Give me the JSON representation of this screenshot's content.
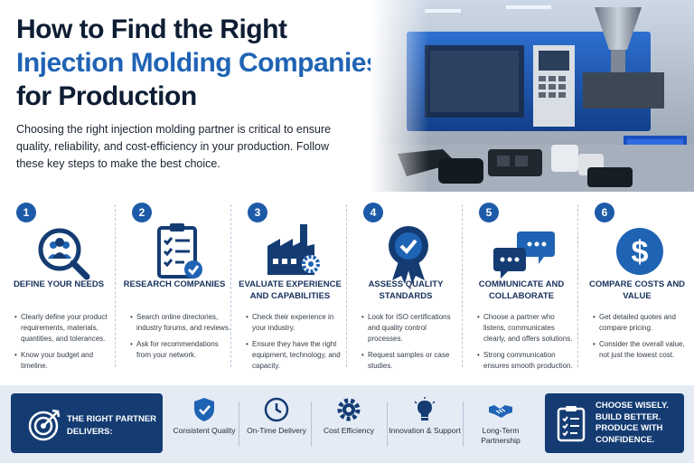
{
  "hero": {
    "title_line1": "How to Find the Right",
    "title_line2": "Injection Molding Companies",
    "title_line3": "for Production",
    "intro": "Choosing the right injection molding partner is critical to ensure quality, reliability, and cost-efficiency in your production. Follow these key steps to make the best choice."
  },
  "steps": [
    {
      "number": "1",
      "title": "DEFINE YOUR NEEDS",
      "icon": "magnifier-team-icon",
      "bullets": [
        "Clearly define your product requirements, materials, quantities, and tolerances.",
        "Know your budget and timeline."
      ]
    },
    {
      "number": "2",
      "title": "RESEARCH COMPANIES",
      "icon": "checklist-icon",
      "bullets": [
        "Search online directories, industry forums, and reviews.",
        "Ask for recommendations from your network."
      ]
    },
    {
      "number": "3",
      "title": "EVALUATE EXPERIENCE AND CAPABILITIES",
      "icon": "factory-gear-icon",
      "bullets": [
        "Check their experience in your industry.",
        "Ensure they have the right equipment, technology, and capacity."
      ]
    },
    {
      "number": "4",
      "title": "ASSESS QUALITY STANDARDS",
      "icon": "quality-badge-icon",
      "bullets": [
        "Look for ISO certifications and quality control processes.",
        "Request samples or case studies."
      ]
    },
    {
      "number": "5",
      "title": "COMMUNICATE AND COLLABORATE",
      "icon": "chat-bubbles-icon",
      "bullets": [
        "Choose a partner who listens, communicates clearly, and offers solutions.",
        "Strong communication ensures smooth production."
      ]
    },
    {
      "number": "6",
      "title": "COMPARE COSTS AND VALUE",
      "icon": "dollar-coin-icon",
      "bullets": [
        "Get detailed quotes and compare pricing.",
        "Consider the overall value, not just the lowest cost."
      ]
    }
  ],
  "footer": {
    "partner_label": "THE RIGHT PARTNER DELIVERS:",
    "benefits": [
      {
        "label": "Consistent Quality",
        "icon": "shield-check-icon"
      },
      {
        "label": "On-Time Delivery",
        "icon": "clock-icon"
      },
      {
        "label": "Cost Efficiency",
        "icon": "gear-icon"
      },
      {
        "label": "Innovation & Support",
        "icon": "lightbulb-icon"
      },
      {
        "label": "Long-Term Partnership",
        "icon": "handshake-icon"
      }
    ],
    "closing": [
      "CHOOSE WISELY.",
      "BUILD BETTER.",
      "PRODUCE WITH CONFIDENCE."
    ]
  },
  "colors": {
    "navy": "#143c73",
    "accent_blue": "#1f63b4",
    "step_badge": "#1d5aa8",
    "footer_bg": "#e4ebf5"
  }
}
